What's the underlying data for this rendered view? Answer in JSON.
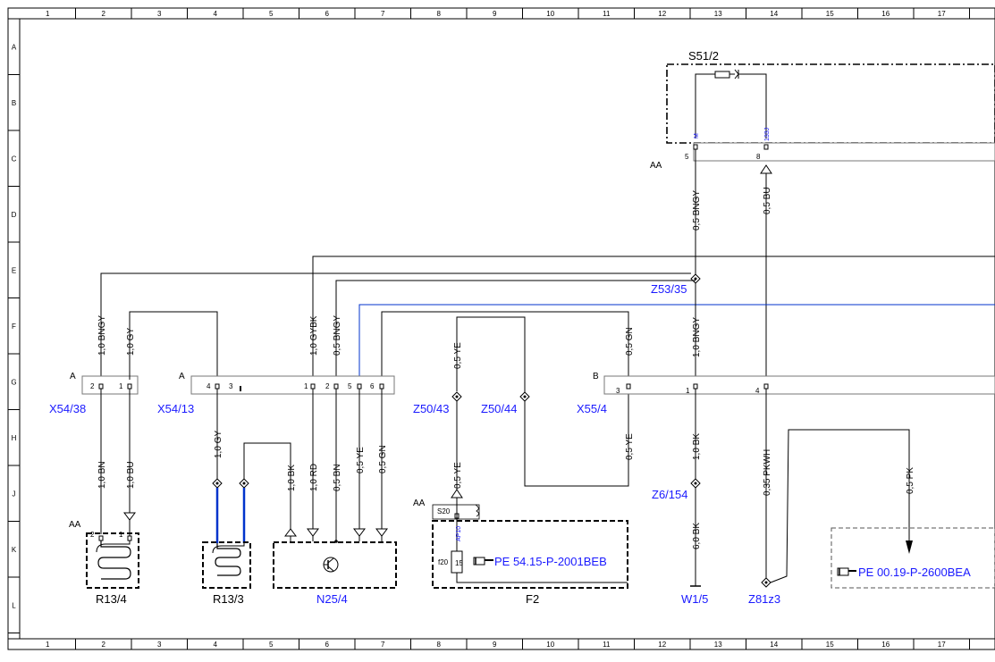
{
  "grid": {
    "columns": [
      "1",
      "2",
      "3",
      "4",
      "5",
      "6",
      "7",
      "8",
      "9",
      "10",
      "11",
      "12",
      "13",
      "14",
      "15",
      "16",
      "17"
    ],
    "rows": [
      "A",
      "B",
      "C",
      "D",
      "E",
      "F",
      "G",
      "H",
      "J",
      "K",
      "L"
    ]
  },
  "components": {
    "s51_2": "S51/2",
    "s51_2_aa": "AA",
    "s51_2_pin5": "5",
    "s51_2_pin8": "8",
    "s51_2_pin5_tag": "M",
    "s51_2_pin8_tag": "133J",
    "x54_38": "X54/38",
    "x54_38_conn": "A",
    "x54_38_pins": [
      "2",
      "1"
    ],
    "x54_13": "X54/13",
    "x54_13_conn": "A",
    "x54_13_pins": [
      "4",
      "3",
      "1",
      "2",
      "5",
      "6"
    ],
    "x55_4": "X55/4",
    "x55_4_conn": "B",
    "x55_4_pins": [
      "3",
      "1",
      "4"
    ],
    "z53_35": "Z53/35",
    "z50_43": "Z50/43",
    "z50_44": "Z50/44",
    "z6_154": "Z6/154",
    "z81z3": "Z81z3",
    "r13_4": "R13/4",
    "r13_4_aa": "AA",
    "r13_4_pins": [
      "2",
      "1"
    ],
    "r13_3": "R13/3",
    "n25_4": "N25/4",
    "f2": "F2",
    "f2_aa": "AA",
    "f2_s20": "S20",
    "f2_f20": "f20",
    "f2_fuse": "15",
    "f2_tag": "AP10",
    "w1_5": "W1/5",
    "ref_f2": "PE 54.15-P-2001BEB",
    "ref_right": "PE 00.19-P-2600BEA"
  },
  "wires": {
    "x5438_p2_top": "1,0 BNGY",
    "x5438_p1_top": "1,0 GY",
    "x5438_p2_bot": "1,0 BN",
    "x5438_p1_bot": "1,0 BU",
    "x5413_p4_bot": "1,0 GY",
    "r133_lead": "1,0 BK",
    "x5413_p1_top": "1,0 GYBK",
    "x5413_p2_top": "0,5 BNGY",
    "x5413_p1_bot": "1,0 RD",
    "x5413_p2_bot": "0,5 BN",
    "x5413_p5_bot": "0,5 YE",
    "x5413_p6_bot": "0,5 GN",
    "z5043_top": "0,5 YE",
    "z5043_bot": "0,5 YE",
    "x554_p3_top": "0,5 GN",
    "x554_p3_bot": "0,5 YE",
    "s512_p5": "0,5 BNGY",
    "s512_p8": "0,5 BU",
    "x554_p1_top": "1,0 BNGY",
    "x554_p1_mid": "1,0 BK",
    "w15_lead": "6,0 BK",
    "x554_p4_bot": "0,35 PKWH",
    "pk_lead": "0,5 PK"
  }
}
